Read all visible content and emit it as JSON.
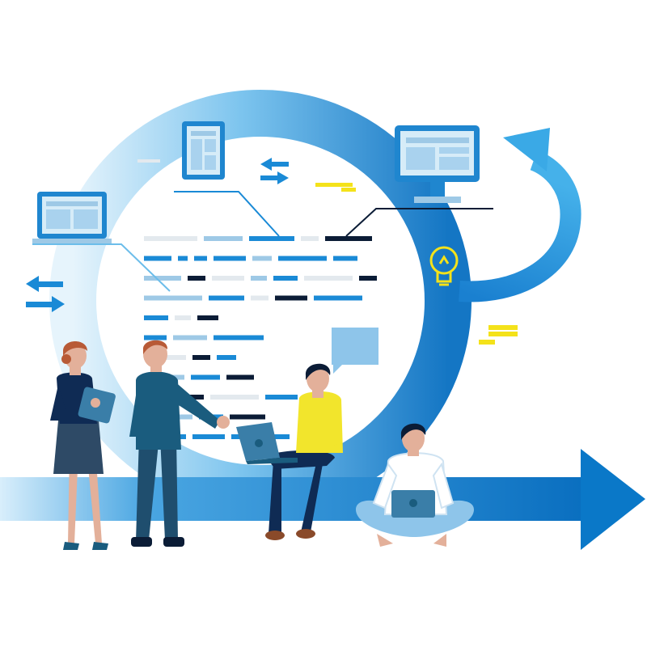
{
  "palette": {
    "ring_light": "#bfe3f8",
    "ring_mid": "#6cbdea",
    "ring_dark": "#1f86cf",
    "band": "#0a78c8",
    "arrow_blue": "#1a8ad6",
    "navy": "#0b1c36",
    "line_gray": "#e3e9ee",
    "screen_frame": "#1f86cf",
    "screen_fill": "#d6ecf8",
    "yellow": "#f4e21a",
    "shirt_yellow": "#f2e52c",
    "suit_teal": "#1a5c7e",
    "bubble": "#8ec5ea"
  },
  "icons": [
    "cycle-ring-icon",
    "forward-arrow-icon",
    "loop-arrow-icon",
    "monitor-icon",
    "laptop-icon",
    "document-icon",
    "swap-arrows-icon",
    "lightbulb-icon",
    "speech-bubble-icon",
    "sticky-note-icon"
  ],
  "code_lines": [
    [
      {
        "w": 66,
        "c": "#e3e9ee"
      },
      {
        "w": 48,
        "c": "#9ec9e6"
      },
      {
        "w": 56,
        "c": "#1a8ad6"
      },
      {
        "w": 22,
        "c": "#e3e9ee"
      },
      {
        "w": 58,
        "c": "#0b1c36"
      }
    ],
    [
      {
        "w": 34,
        "c": "#1a8ad6"
      },
      {
        "w": 12,
        "c": "#1a8ad6"
      },
      {
        "w": 16,
        "c": "#1a8ad6"
      },
      {
        "w": 40,
        "c": "#1a8ad6"
      },
      {
        "w": 24,
        "c": "#9ec9e6"
      },
      {
        "w": 60,
        "c": "#1a8ad6"
      },
      {
        "w": 30,
        "c": "#1a8ad6"
      }
    ],
    [
      {
        "w": 46,
        "c": "#9ec9e6"
      },
      {
        "w": 22,
        "c": "#0b1c36"
      },
      {
        "w": 40,
        "c": "#e3e9ee"
      },
      {
        "w": 20,
        "c": "#9ec9e6"
      },
      {
        "w": 30,
        "c": "#1a8ad6"
      },
      {
        "w": 60,
        "c": "#e3e9ee"
      },
      {
        "w": 22,
        "c": "#0b1c36"
      }
    ],
    [
      {
        "w": 72,
        "c": "#9ec9e6"
      },
      {
        "w": 44,
        "c": "#1a8ad6"
      },
      {
        "w": 22,
        "c": "#e3e9ee"
      },
      {
        "w": 40,
        "c": "#0b1c36"
      },
      {
        "w": 60,
        "c": "#1a8ad6"
      }
    ],
    [
      {
        "w": 30,
        "c": "#1a8ad6"
      },
      {
        "w": 20,
        "c": "#e3e9ee"
      },
      {
        "w": 26,
        "c": "#0b1c36"
      }
    ],
    [
      {
        "w": 28,
        "c": "#1a8ad6"
      },
      {
        "w": 42,
        "c": "#9ec9e6"
      },
      {
        "w": 62,
        "c": "#1a8ad6"
      }
    ],
    [
      {
        "w": 52,
        "c": "#e3e9ee"
      },
      {
        "w": 22,
        "c": "#0b1c36"
      },
      {
        "w": 24,
        "c": "#1a8ad6"
      }
    ],
    [
      {
        "w": 50,
        "c": "#9ec9e6"
      },
      {
        "w": 36,
        "c": "#1a8ad6"
      },
      {
        "w": 34,
        "c": "#0b1c36"
      }
    ],
    [
      {
        "w": 44,
        "c": "#e3e9ee"
      },
      {
        "w": 22,
        "c": "#0b1c36"
      },
      {
        "w": 60,
        "c": "#e3e9ee"
      },
      {
        "w": 40,
        "c": "#1a8ad6"
      }
    ],
    [
      {
        "w": 60,
        "c": "#9ec9e6"
      },
      {
        "w": 30,
        "c": "#1a8ad6"
      },
      {
        "w": 44,
        "c": "#0b1c36"
      }
    ],
    [
      {
        "w": 52,
        "c": "#1a8ad6"
      },
      {
        "w": 40,
        "c": "#1a8ad6"
      },
      {
        "w": 72,
        "c": "#1a8ad6"
      }
    ]
  ]
}
